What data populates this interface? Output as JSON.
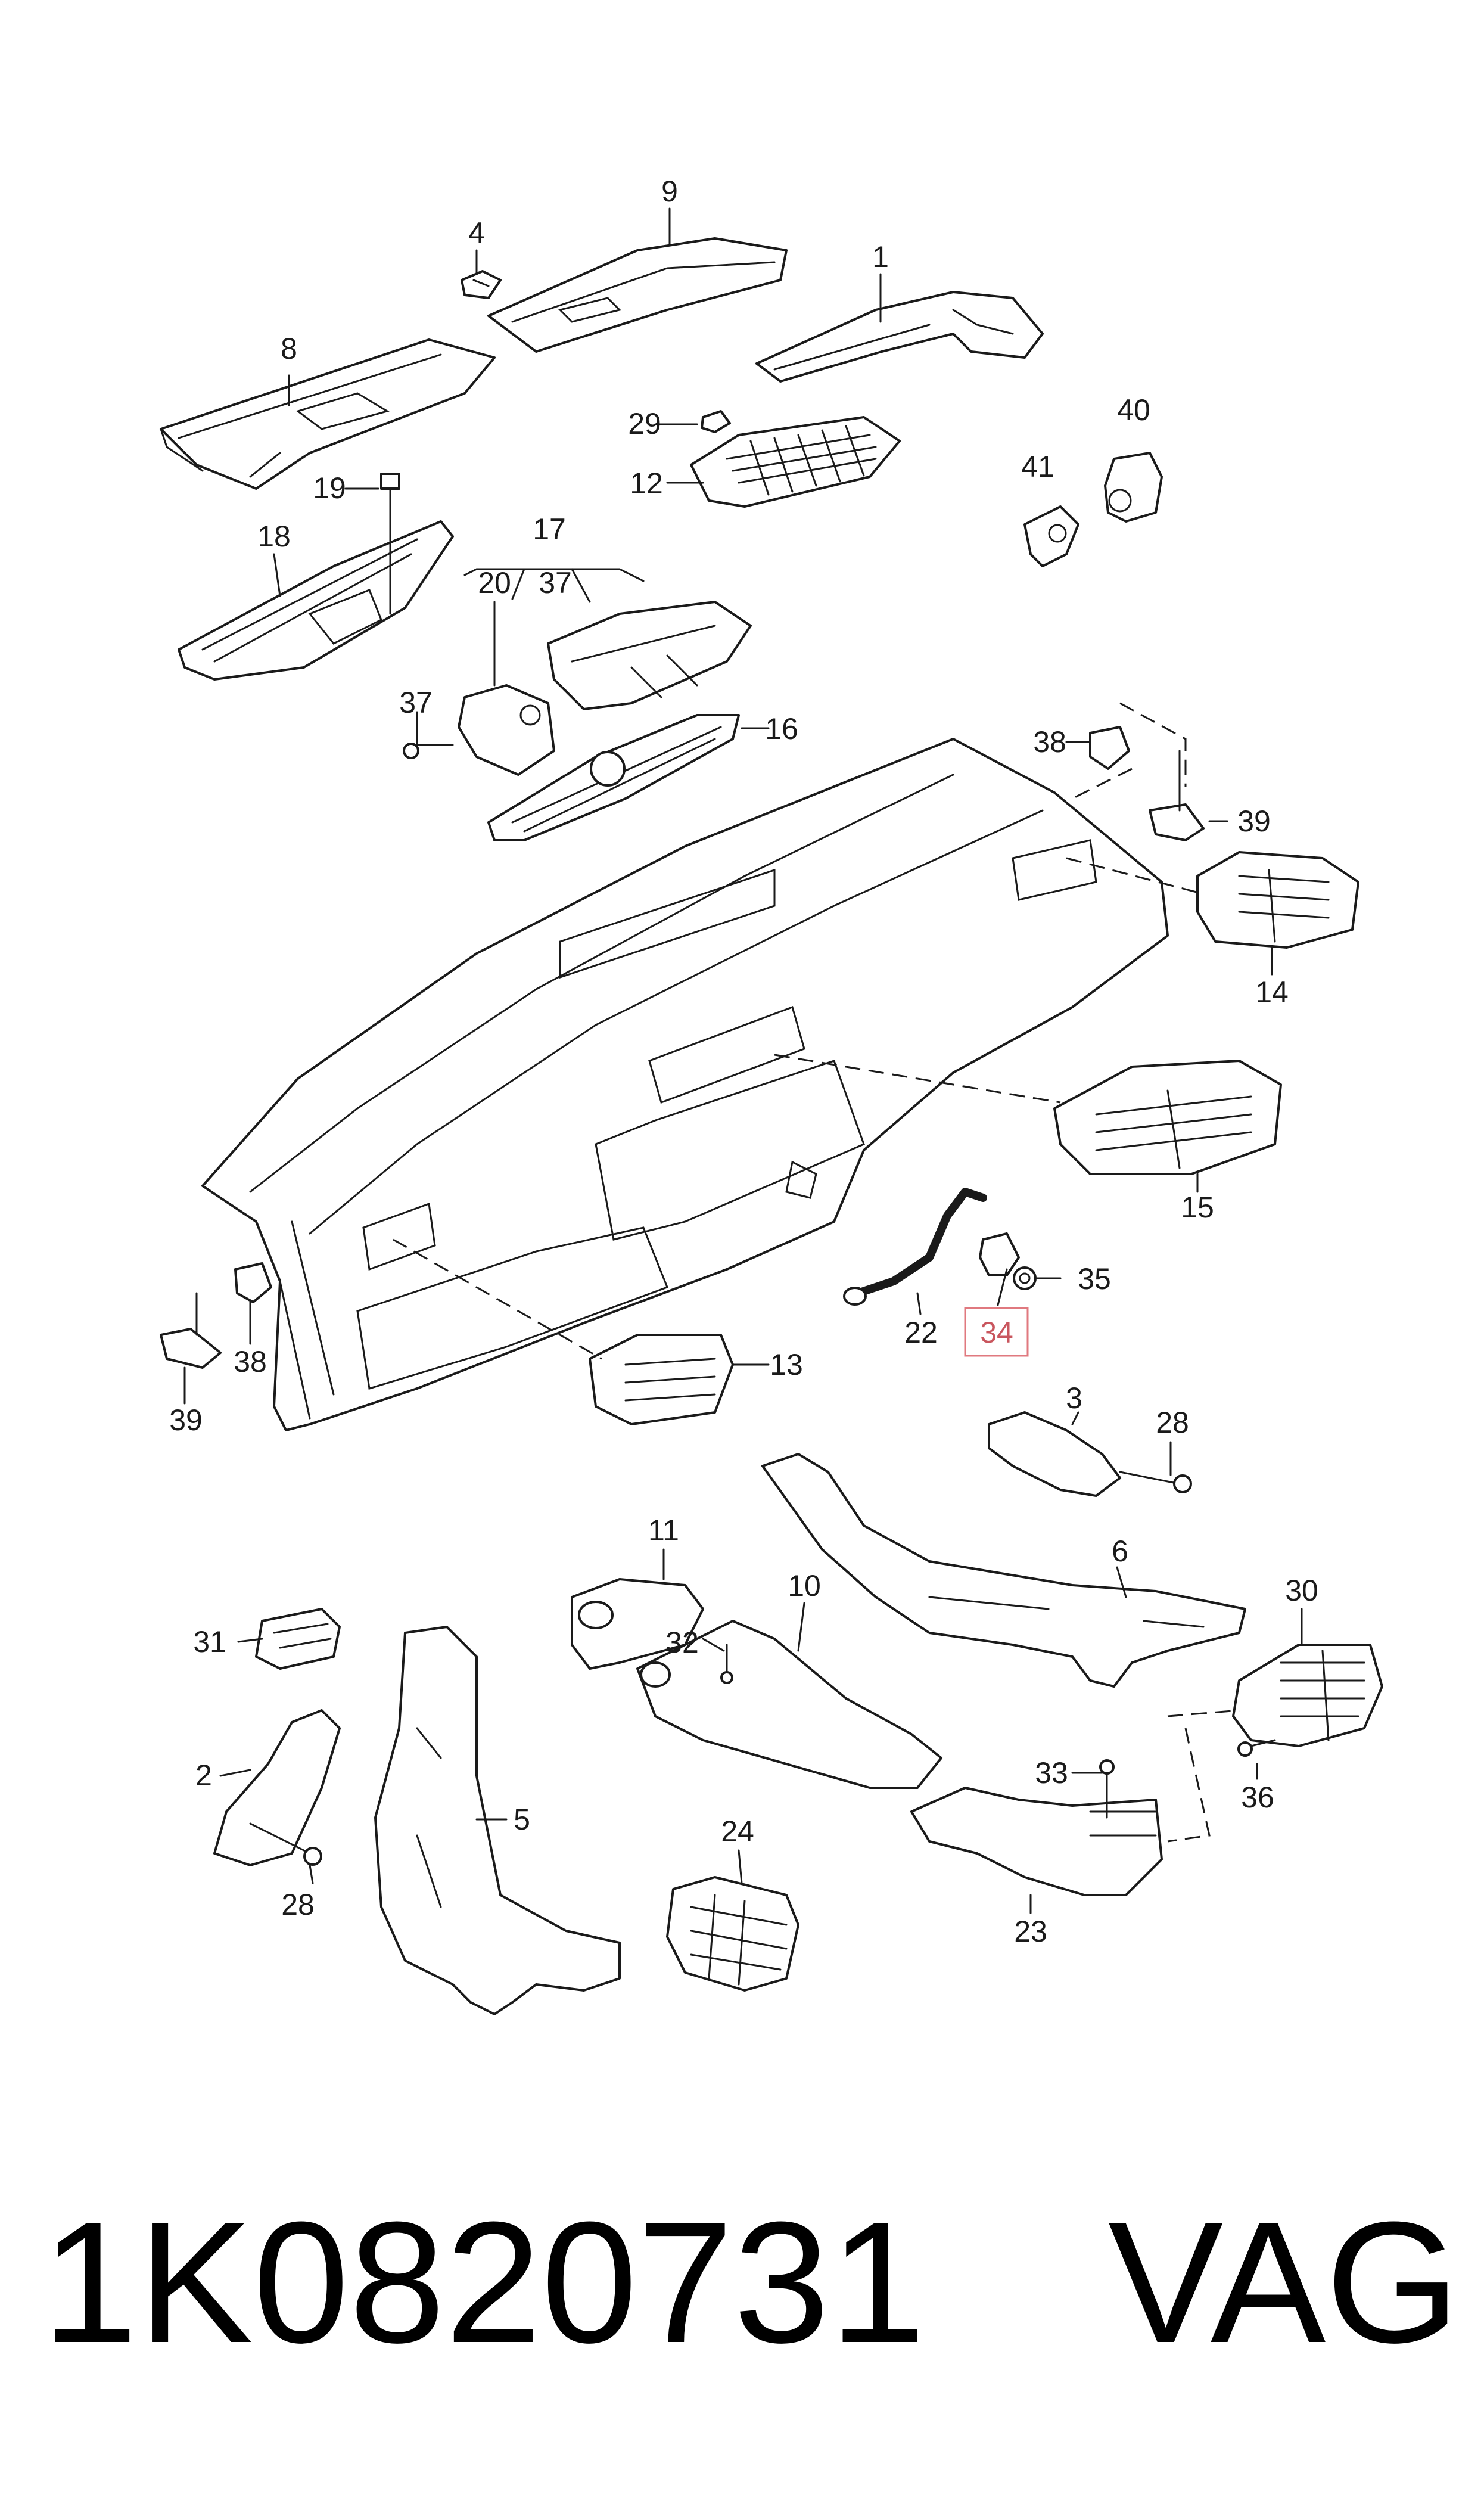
{
  "labels": {
    "p1": "1",
    "p2": "2",
    "p3": "3",
    "p4": "4",
    "p5": "5",
    "p6": "6",
    "p8": "8",
    "p9": "9",
    "p10": "10",
    "p11": "11",
    "p12": "12",
    "p13": "13",
    "p14": "14",
    "p15": "15",
    "p16": "16",
    "p17": "17",
    "p18": "18",
    "p19": "19",
    "p20": "20",
    "p22": "22",
    "p23": "23",
    "p24": "24",
    "p28a": "28",
    "p28b": "28",
    "p29": "29",
    "p30": "30",
    "p31": "31",
    "p32": "32",
    "p33": "33",
    "p34": "34",
    "p35": "35",
    "p36": "36",
    "p37a": "37",
    "p37b": "37",
    "p38a": "38",
    "p38b": "38",
    "p39a": "39",
    "p39b": "39",
    "p40": "40",
    "p41": "41"
  },
  "highlight": {
    "part": "34",
    "color": "#e0797f"
  },
  "footer": {
    "part_number": "1K0820731",
    "brand": "VAG"
  }
}
